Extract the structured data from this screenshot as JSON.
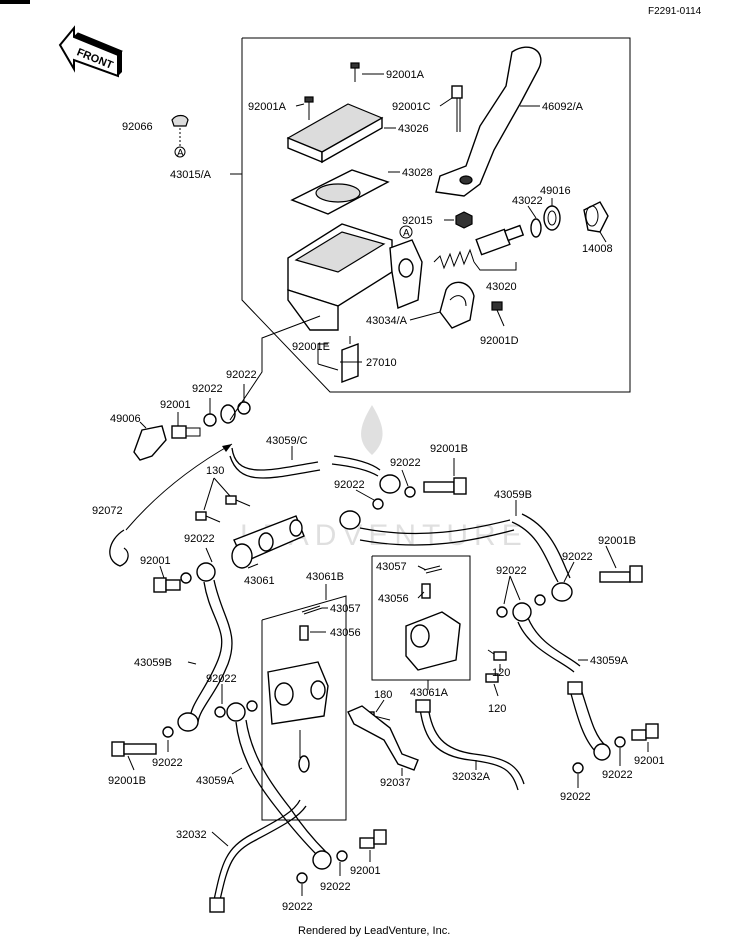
{
  "header": {
    "code": "F2291-0114"
  },
  "front_badge": {
    "text": "FRONT"
  },
  "footer": {
    "credit": "Rendered by LeadVenture, Inc."
  },
  "watermark": {
    "text": "LEADVENTURE"
  },
  "callouts": {
    "a_top": "A",
    "a_left": "A"
  },
  "labels": {
    "p92001A_top": "92001A",
    "p92001A_left": "92001A",
    "p92001C": "92001C",
    "p46092A": "46092/A",
    "p92066": "92066",
    "p43026": "43026",
    "p43015A": "43015/A",
    "p43028": "43028",
    "p49016": "49016",
    "p43022": "43022",
    "p92015": "92015",
    "p14008": "14008",
    "p43020": "43020",
    "p43034A": "43034/A",
    "p92001D": "92001D",
    "p92001E": "92001E",
    "p27010": "27010",
    "p92022_a": "92022",
    "p92022_b": "92022",
    "p49006": "49006",
    "p92001_a": "92001",
    "p43059C": "43059/C",
    "p92001B_a": "92001B",
    "p92022_c": "92022",
    "p130": "130",
    "p92022_d": "92022",
    "p43059B_a": "43059B",
    "p92072": "92072",
    "p92022_e": "92022",
    "p92001B_b": "92001B",
    "p92001_b": "92001",
    "p43061": "43061",
    "p43061B": "43061B",
    "p43057_a": "43057",
    "p43056_a": "43056",
    "p43057_b": "43057",
    "p43056_b": "43056",
    "p92022_f": "92022",
    "p92022_g": "92022",
    "p43059A_a": "43059A",
    "p43059B_b": "43059B",
    "p120_a": "120",
    "p120_b": "120",
    "p43061A": "43061A",
    "p180": "180",
    "p92022_h": "92022",
    "p92001B_c": "92001B",
    "p92022_i": "92022",
    "p43059A_b": "43059A",
    "p92037": "92037",
    "p32032A": "32032A",
    "p92001_c": "92001",
    "p92022_j": "92022",
    "p92022_k": "92022",
    "p32032": "32032",
    "p92001_d": "92001",
    "p92022_l": "92022",
    "p92022_m": "92022"
  }
}
